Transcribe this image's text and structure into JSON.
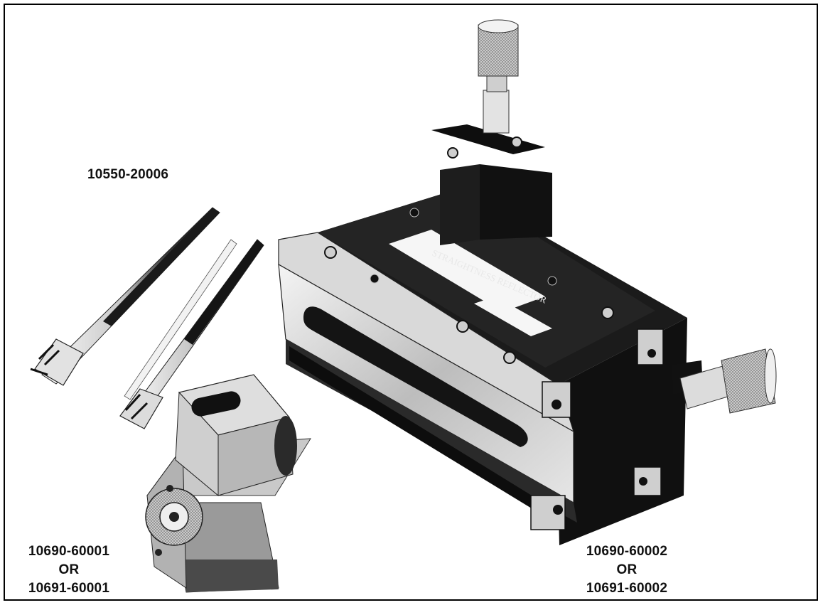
{
  "figure": {
    "background_color": "#ffffff",
    "ink_color": "#111111",
    "callouts": {
      "stylus_pair": [
        "10550-20006"
      ],
      "small_mount": [
        "10690-60001",
        "OR",
        "10691-60001"
      ],
      "reflector_assembly": [
        "10690-60002",
        "OR",
        "10691-60002"
      ]
    },
    "reflector_marking": "STRAIGHTNESS REFLECTOR"
  }
}
